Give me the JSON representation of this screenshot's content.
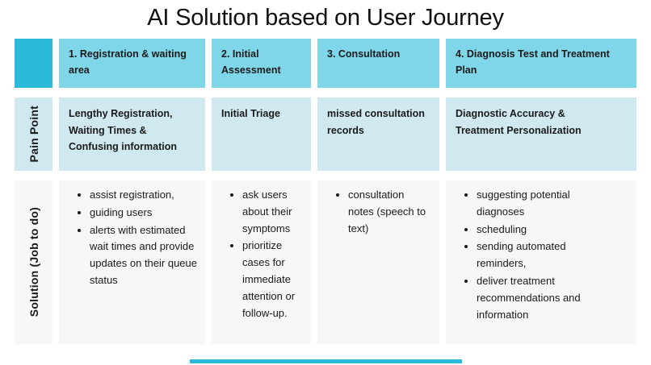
{
  "title": "AI Solution based on User Journey",
  "colors": {
    "accent_cyan": "#2cbada",
    "header_cyan": "#7fd6e9",
    "pain_blue": "#d0e9f1",
    "solution_gray": "#f7f7f7"
  },
  "row_labels": {
    "pain": "Pain Point",
    "solution": "Solution (Job to do)"
  },
  "columns": [
    {
      "header": "1. Registration & waiting area",
      "pain_point": "Lengthy Registration, Waiting Times & Confusing information",
      "solutions": [
        "assist registration,",
        "guiding users",
        "alerts with estimated wait times and provide updates on their queue status"
      ]
    },
    {
      "header": "2. Initial Assessment",
      "pain_point": "Initial Triage",
      "solutions": [
        "ask users about their symptoms",
        "prioritize cases for immediate attention or follow-up."
      ]
    },
    {
      "header": "3. Consultation",
      "pain_point": "missed consultation records",
      "solutions": [
        "consultation notes (speech to text)"
      ]
    },
    {
      "header": "4. Diagnosis Test and Treatment Plan",
      "pain_point": "Diagnostic Accuracy & Treatment Personalization",
      "solutions": [
        "suggesting potential diagnoses",
        "scheduling",
        "sending automated reminders,",
        "deliver treatment recommendations and information"
      ]
    }
  ]
}
